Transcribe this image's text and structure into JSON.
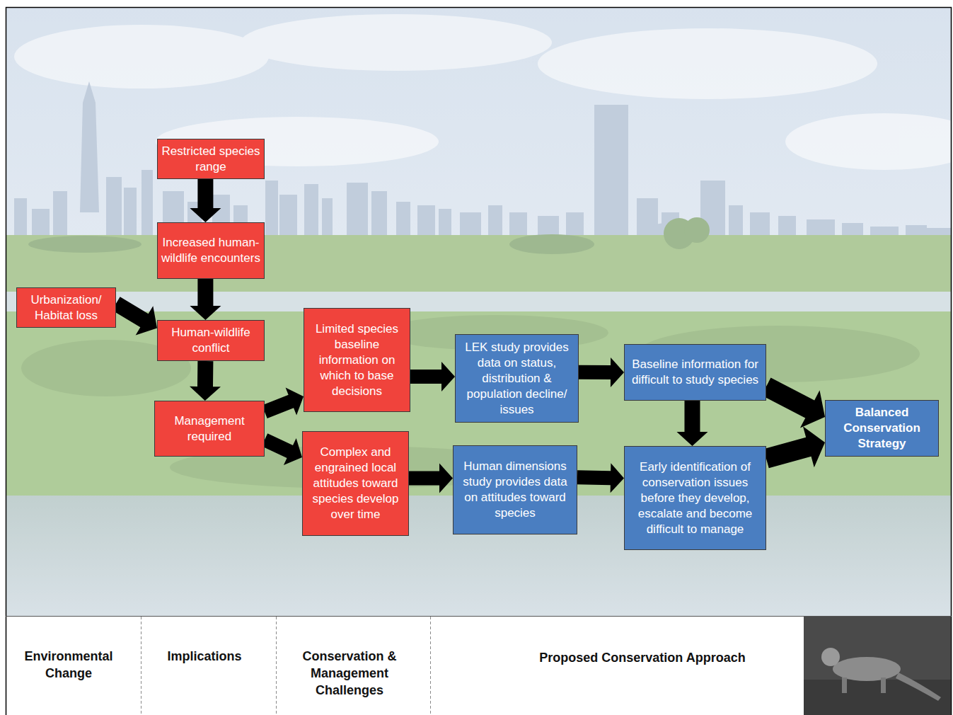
{
  "diagram": {
    "nodes": [
      {
        "text": [
          "Urbanization/ Habitat loss"
        ]
      },
      {
        "text": [
          "Restricted species range"
        ]
      },
      {
        "text": [
          "Increased human-wildlife encounters"
        ]
      },
      {
        "text": [
          "Human-wildlife conflict"
        ]
      },
      {
        "text": [
          "Management required"
        ]
      },
      {
        "text": [
          "Limited species baseline information on which to base decisions"
        ]
      },
      {
        "text": [
          "Complex and engrained local attitudes toward species develop over time"
        ]
      },
      {
        "text": [
          "LEK study provides data on status, distribution & population decline/ issues"
        ]
      },
      {
        "text": [
          "Human dimensions study provides data on attitudes toward species"
        ]
      },
      {
        "text": [
          "Baseline information for difficult to study species"
        ]
      },
      {
        "text": [
          "Early identification of conservation issues before they develop, escalate and become difficult to manage"
        ]
      },
      {
        "text": [
          "Balanced Conservation Strategy"
        ]
      }
    ],
    "edges": [
      {
        "from": 1,
        "to": 2,
        "arrow": "to"
      },
      {
        "from": 2,
        "to": 3,
        "arrow": "to"
      },
      {
        "from": 0,
        "to": 3,
        "arrow": "to"
      },
      {
        "from": 3,
        "to": 4,
        "arrow": "to"
      },
      {
        "from": 4,
        "to": 5,
        "arrow": "to"
      },
      {
        "from": 4,
        "to": 6,
        "arrow": "to"
      },
      {
        "from": 5,
        "to": 7,
        "arrow": "to"
      },
      {
        "from": 6,
        "to": 8,
        "arrow": "to"
      },
      {
        "from": 7,
        "to": 9,
        "arrow": "to"
      },
      {
        "from": 8,
        "to": 10,
        "arrow": "to"
      },
      {
        "from": 9,
        "to": 10,
        "arrow": "to"
      },
      {
        "from": 9,
        "to": 11,
        "arrow": "to"
      },
      {
        "from": 10,
        "to": 11,
        "arrow": "to"
      }
    ],
    "labels": [
      "Environmental Change",
      "Implications",
      "Conservation & Management Challenges",
      "Proposed Conservation Approach"
    ]
  }
}
